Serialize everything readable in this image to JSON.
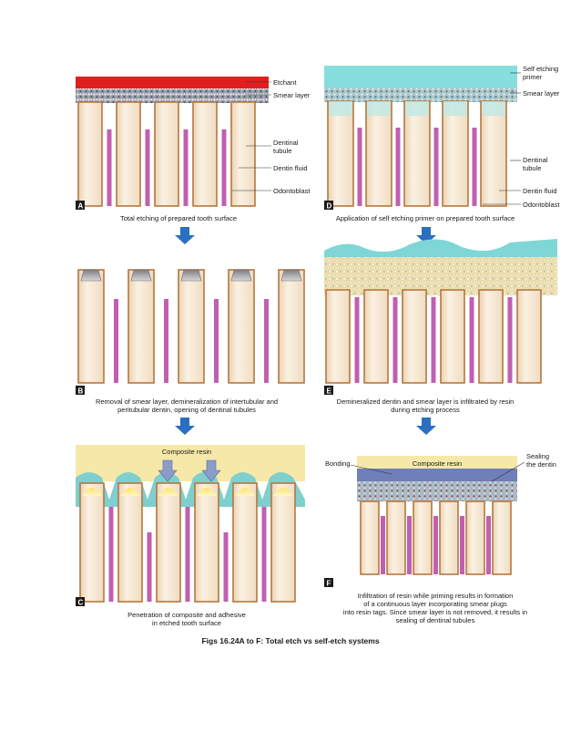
{
  "figure_caption": "Figs 16.24A to F: Total etch vs self-etch systems",
  "panels": {
    "A": {
      "tag": "A",
      "caption": "Total etching of prepared tooth surface",
      "labels": {
        "etchant": "Etchant",
        "smear_layer": "Smear layer",
        "dentinal_tubule_1": "Dentinal",
        "dentinal_tubule_2": "tubule",
        "dentin_fluid": "Dentin fluid",
        "odontoblast": "Odontoblast"
      }
    },
    "B": {
      "tag": "B",
      "caption_1": "Removal of smear layer, demineralization of intertubular and",
      "caption_2": "peritubular dentin, opening of dentinal tubules"
    },
    "C": {
      "tag": "C",
      "composite_label": "Composite resin",
      "caption_1": "Penetration of composite and adhesive",
      "caption_2": "in etched tooth surface"
    },
    "D": {
      "tag": "D",
      "caption": "Application of self etching primer on prepared tooth surface",
      "labels": {
        "primer_1": "Self etching",
        "primer_2": "primer",
        "smear_layer": "Smear layer",
        "dentinal_tubule_1": "Dentinal",
        "dentinal_tubule_2": "tubule",
        "dentin_fluid": "Dentin fluid",
        "odontoblast": "Odontoblast"
      }
    },
    "E": {
      "tag": "E",
      "caption_1": "Demineralized dentin and smear layer is infiltrated by resin",
      "caption_2": "during etching process"
    },
    "F": {
      "tag": "F",
      "bonding_label": "Bonding",
      "composite_label": "Composite resin",
      "sealing_1": "Sealing",
      "sealing_2": "the dentin",
      "caption_1": "Infiltration of resin while priming results in formation",
      "caption_2": "of a continuous layer incorporating smear plugs",
      "caption_3": "into resin tags. Since smear layer is not removed, it results in",
      "caption_4": "sealing of dentinal tubules"
    }
  },
  "colors": {
    "etchant": "#e01e1e",
    "smear": "#8b8f9c",
    "dentin": "#f5e6cf",
    "dentin_edge": "#b5773e",
    "fluid": "#c15fb1",
    "primer": "#7fd6d6",
    "resin": "#f6e8a8",
    "adhesive": "#7fcfcf",
    "bonding": "#6f7fb8",
    "arrow": "#2a6fc0"
  }
}
